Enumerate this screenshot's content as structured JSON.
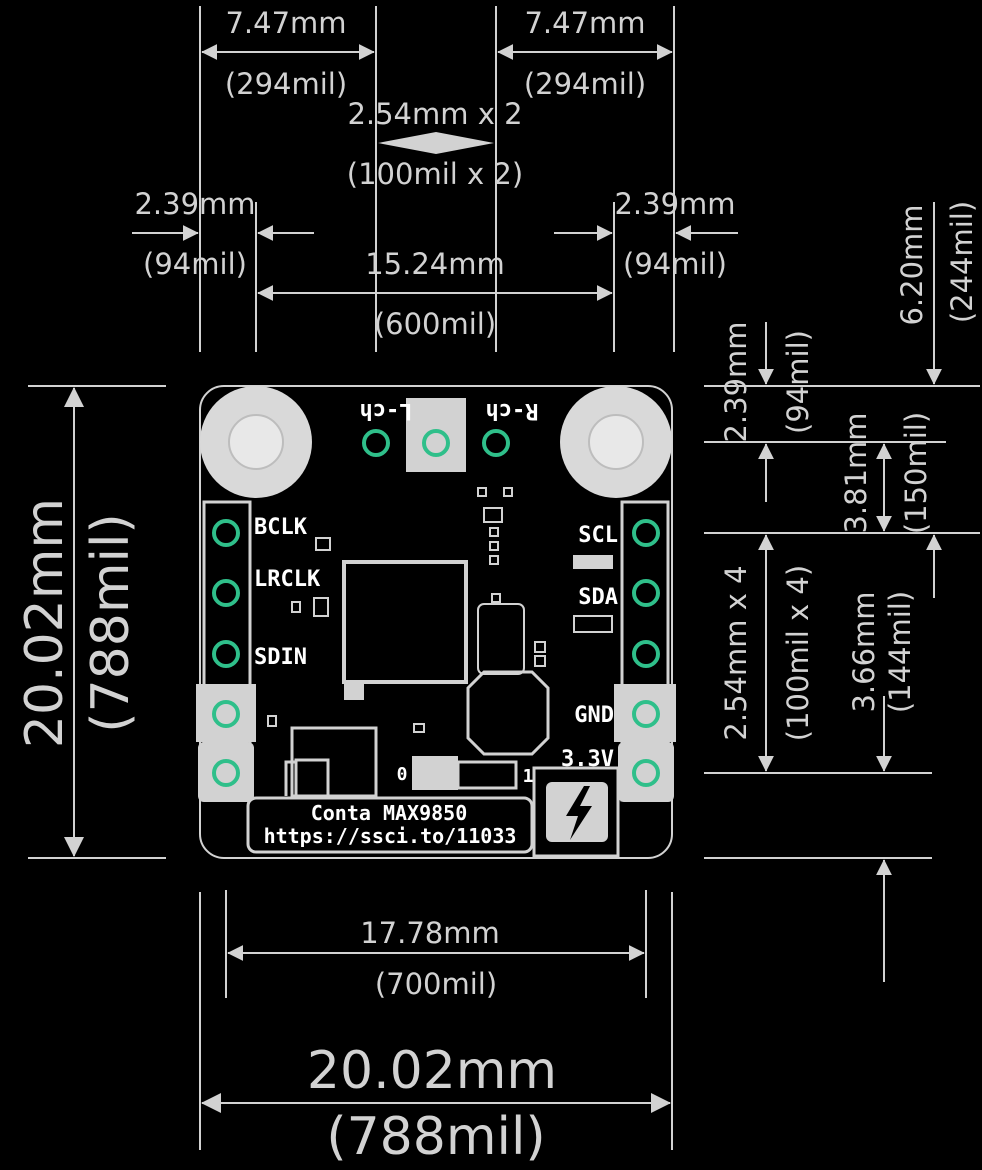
{
  "colors": {
    "background": "#000000",
    "dimension": "#d2d2d2",
    "board": "#000000",
    "board_outline": "#d2d2d2",
    "silkscreen": "#ffffff",
    "pad_ring": "#2fbf8a",
    "mounting_hole": "#d9d9d9"
  },
  "dimensions": {
    "top_left_spacing": {
      "mm": "7.47mm",
      "mil": "(294mil)"
    },
    "top_right_spacing": {
      "mm": "7.47mm",
      "mil": "(294mil)"
    },
    "audio_pitch": {
      "mm": "2.54mm x 2",
      "mil": "(100mil x 2)"
    },
    "left_hole_offset": {
      "mm": "2.39mm",
      "mil": "(94mil)"
    },
    "right_hole_offset": {
      "mm": "2.39mm",
      "mil": "(94mil)"
    },
    "hole_spacing": {
      "mm": "15.24mm",
      "mil": "(600mil)"
    },
    "total_height": {
      "mm": "20.02mm",
      "mil": "(788mil)"
    },
    "header_spacing": {
      "mm": "17.78mm",
      "mil": "(700mil)"
    },
    "total_width": {
      "mm": "20.02mm",
      "mil": "(788mil)"
    },
    "top_offset": {
      "mm": "6.20mm",
      "mil": "(244mil)"
    },
    "hole_top_offset": {
      "mm": "2.39mm",
      "mil": "(94mil)"
    },
    "hole_to_header": {
      "mm": "3.81mm",
      "mil": "(150mil)"
    },
    "header_pitch": {
      "mm": "2.54mm x 4",
      "mil": "(100mil x 4)"
    },
    "bottom_offset": {
      "mm": "3.66mm",
      "mil": "(144mil)"
    }
  },
  "board": {
    "left_pins": [
      "BCLK",
      "LRCLK",
      "SDIN"
    ],
    "right_pins": [
      "SCL",
      "SDA",
      "GND",
      "3.3V"
    ],
    "audio_left": "L-ch",
    "audio_right": "R-ch",
    "title": "Conta MAX9850",
    "url": "https://ssci.to/11033",
    "jumper_left": "0",
    "jumper_right": "1"
  }
}
